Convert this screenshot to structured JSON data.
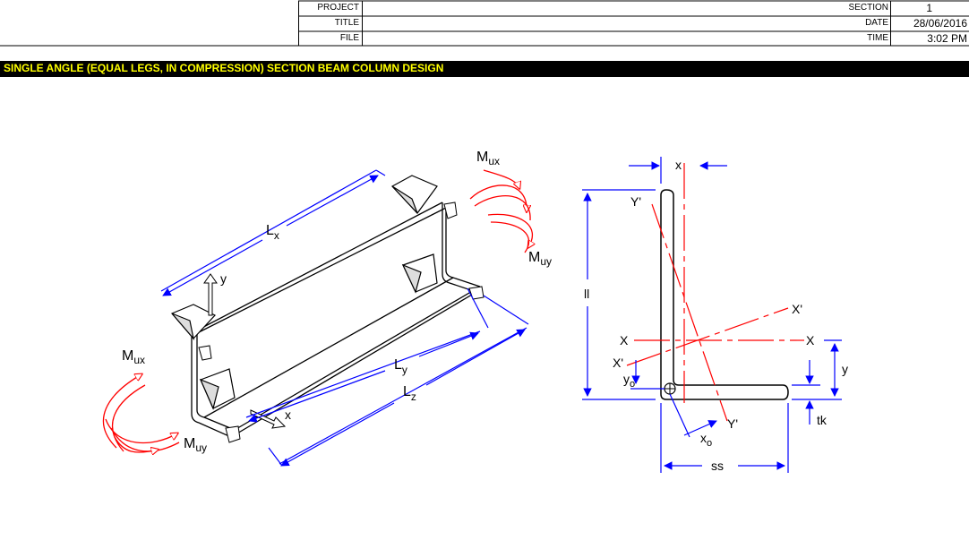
{
  "header": {
    "project_label": "PROJECT",
    "title_label": "TITLE",
    "file_label": "FILE",
    "section_label": "SECTION",
    "date_label": "DATE",
    "time_label": "TIME",
    "section_value": "1",
    "date_value": "28/06/2016",
    "time_value": "3:02 PM"
  },
  "title_bar": {
    "text": "SINGLE ANGLE (EQUAL LEGS, IN COMPRESSION) SECTION BEAM COLUMN DESIGN",
    "background": "#000000",
    "color": "#ffff00"
  },
  "left_figure": {
    "Lx": "L",
    "Lx_sub": "x",
    "Ly": "L",
    "Ly_sub": "y",
    "Lz": "L",
    "Lz_sub": "z",
    "y_axis": "y",
    "x_axis": "x",
    "Mux_top": "M",
    "Mux_top_sub": "ux",
    "Muy_top": "M",
    "Muy_top_sub": "uy",
    "Mux_left": "M",
    "Mux_left_sub": "ux",
    "Muy_left": "M",
    "Muy_left_sub": "uy"
  },
  "right_figure": {
    "x_dim": "x",
    "Y_prime_top": "Y'",
    "ll": "ll",
    "X_prime_top": "X'",
    "X_left": "X",
    "X_right": "X",
    "X_prime_left": "X'",
    "y_dim": "y",
    "yo": "y",
    "yo_sub": "o",
    "xo": "x",
    "xo_sub": "o",
    "Y_prime_bottom": "Y'",
    "tk": "tk",
    "ss": "ss"
  },
  "colors": {
    "dimension": "#0000ff",
    "moment": "#ff0000",
    "axis": "#ff0000",
    "outline": "#000000"
  }
}
